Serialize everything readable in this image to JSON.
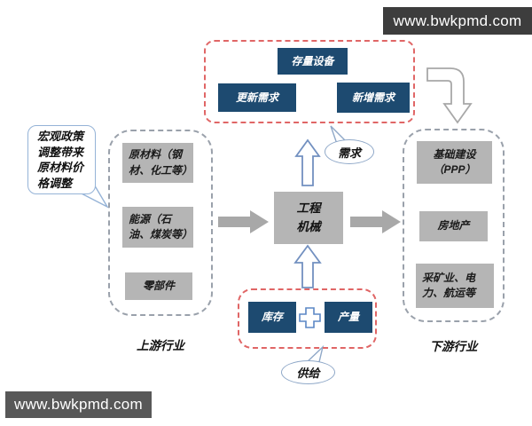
{
  "watermarks": {
    "top": "www.bwkpmd.com",
    "bottom": "www.bwkpmd.com"
  },
  "demand": {
    "bubble_label": "需求",
    "stock_equipment": "存量设备",
    "renewal_demand": "更新需求",
    "new_demand": "新增需求"
  },
  "supply": {
    "bubble_label": "供给",
    "inventory": "库存",
    "output": "产量"
  },
  "center": {
    "line1": "工程",
    "line2": "机械"
  },
  "upstream": {
    "label": "上游行业",
    "items": [
      {
        "label": "原材料（钢材、化工等）"
      },
      {
        "label": "能源（石油、煤炭等）"
      },
      {
        "label": "零部件"
      }
    ]
  },
  "downstream": {
    "label": "下游行业",
    "items": [
      {
        "label": "基础建设（PPP）"
      },
      {
        "label": "房地产"
      },
      {
        "label": "采矿业、电力、航运等"
      }
    ]
  },
  "callout": {
    "text": "宏观政策调整带来原材料价格调整"
  },
  "colors": {
    "navy_box": "#1d4a70",
    "gray_box": "#b5b5b5",
    "red_dash": "#e06666",
    "gray_dash": "#9aa1ab",
    "blue_arrow_stroke": "#7290c0",
    "gray_arrow": "#a8a8a8",
    "top_bar_bg": "#3d3d3d",
    "bottom_bar_bg": "#585858"
  }
}
